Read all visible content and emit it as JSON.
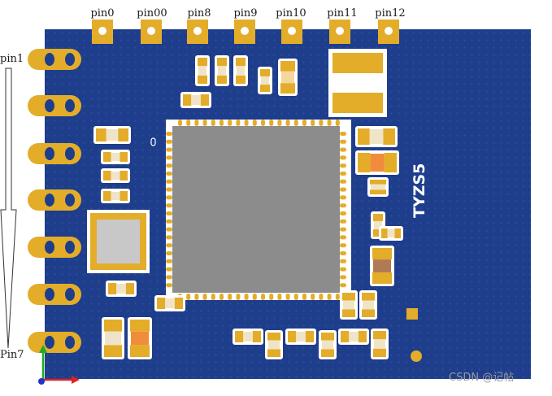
{
  "board": {
    "silkscreen_label": "TYZS5",
    "colors": {
      "board": "#1e3e8c",
      "pad": "#e3ad2a",
      "silk": "#ffffff",
      "chip": "#8c8c8c"
    }
  },
  "pins_top": [
    "pin0",
    "pin00",
    "pin8",
    "pin9",
    "pin10",
    "pin11",
    "pin12"
  ],
  "pins_left": {
    "first": "pin1",
    "last": "Pin7"
  },
  "watermark": "CSDN @记帖"
}
